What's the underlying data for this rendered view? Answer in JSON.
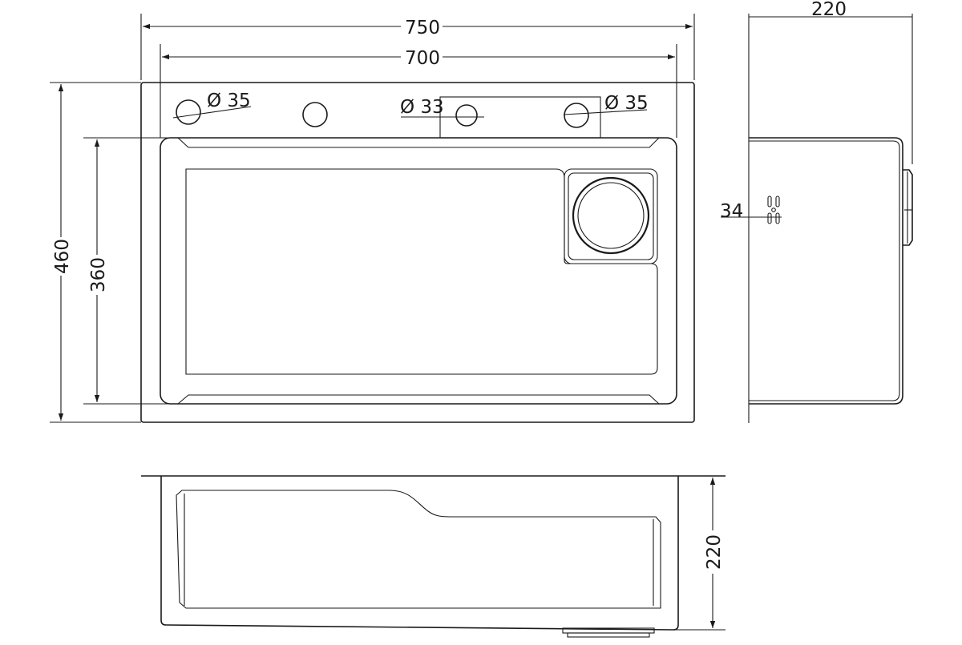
{
  "drawing": {
    "dimensions": {
      "overall_width": "750",
      "inner_width": "700",
      "overall_depth": "460",
      "inner_depth": "360",
      "side_width": "220",
      "side_drain_offset": "34",
      "front_height": "220"
    },
    "holes": {
      "left": "Ø 35",
      "center": "Ø 33",
      "right": "Ø 35"
    },
    "line_color": "#1a1a1a",
    "background_color": "#ffffff"
  }
}
